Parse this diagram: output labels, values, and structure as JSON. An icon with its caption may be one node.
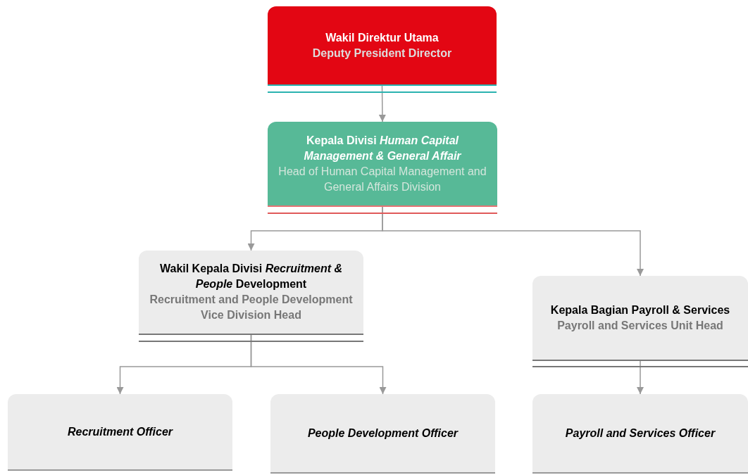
{
  "diagram": {
    "nodes": [
      {
        "text": [
          "Wakil Direktur Utama",
          "Deputy President Director"
        ]
      },
      {
        "text": [
          "Kepala Divisi *Human Capital Management & General Affair*",
          "Head of Human Capital Management and General Affairs Division"
        ]
      },
      {
        "text": [
          "Wakil Kepala Divisi *Recruitment & People* Development",
          "Recruitment and People Development Vice Division Head"
        ]
      },
      {
        "text": [
          "Kepala Bagian Payroll & Services",
          "Payroll and Services Unit Head"
        ]
      },
      {
        "text": [
          "Recruitment Officer"
        ]
      },
      {
        "text": [
          "People Development Officer"
        ]
      },
      {
        "text": [
          "Payroll and Services Officer"
        ]
      }
    ],
    "edges": [
      {
        "from": 0,
        "to": 1,
        "arrow": "to"
      },
      {
        "from": 1,
        "to": 2,
        "arrow": "to"
      },
      {
        "from": 1,
        "to": 3,
        "arrow": "to"
      },
      {
        "from": 2,
        "to": 4,
        "arrow": "to"
      },
      {
        "from": 2,
        "to": 5,
        "arrow": "to"
      },
      {
        "from": 3,
        "to": 6,
        "arrow": "to"
      }
    ]
  }
}
